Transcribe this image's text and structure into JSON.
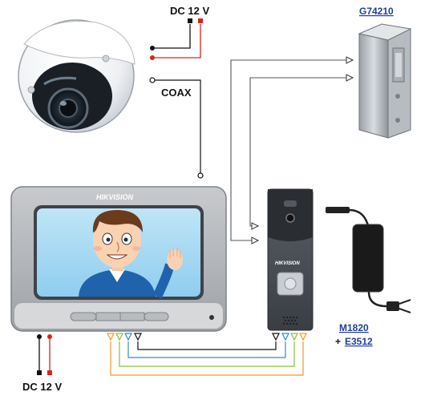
{
  "labels": {
    "camera_power": "DC 12 V",
    "coax": "COAX",
    "monitor_power": "DC 12 V",
    "lock_model": "G74210",
    "psu_model": "M1820",
    "psu_plus": "+",
    "psu_accessory": "E3512"
  },
  "brand": {
    "monitor": "HIKVISION",
    "door_station": "HIKVISION"
  },
  "colors": {
    "wire_black": "#111111",
    "wire_red": "#e0211b",
    "wire_blue": "#2f8ad1",
    "wire_green": "#8bbf3a",
    "wire_orange": "#f29a1e",
    "wire_gray": "#555555",
    "link": "#1f3f9e"
  }
}
